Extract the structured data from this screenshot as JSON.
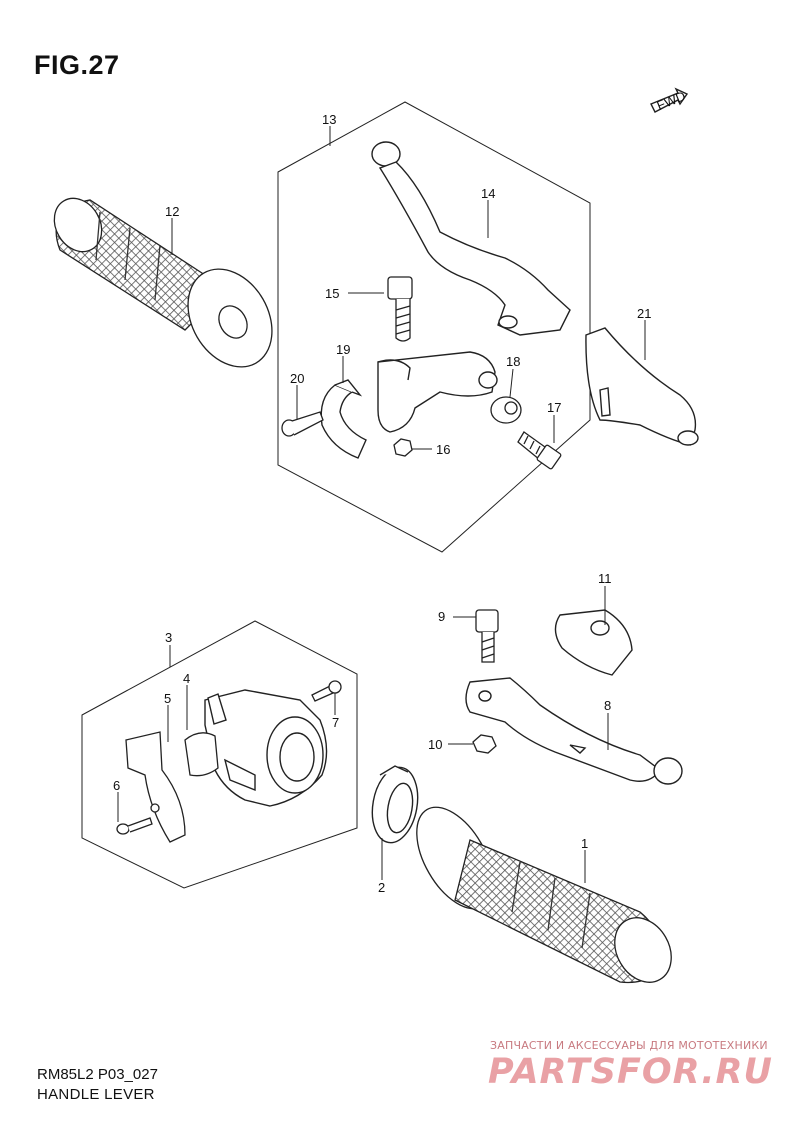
{
  "figure": {
    "title": "FIG.27"
  },
  "fwd_badge": {
    "text": "FWD"
  },
  "callouts": [
    "1",
    "2",
    "3",
    "4",
    "5",
    "6",
    "7",
    "8",
    "9",
    "10",
    "11",
    "12",
    "13",
    "14",
    "15",
    "16",
    "17",
    "18",
    "19",
    "20",
    "21"
  ],
  "footer": {
    "model_code": "RM85L2 P03_027",
    "section_name": "HANDLE LEVER"
  },
  "watermark": {
    "tagline": "ЗАПЧАСТИ И АКСЕССУАРЫ ДЛЯ МОТОТЕХНИКИ",
    "logo_text": "PARTSFOR.RU",
    "color": "#e9a1a5"
  },
  "colors": {
    "line": "#222222",
    "mesh": "#555555"
  }
}
